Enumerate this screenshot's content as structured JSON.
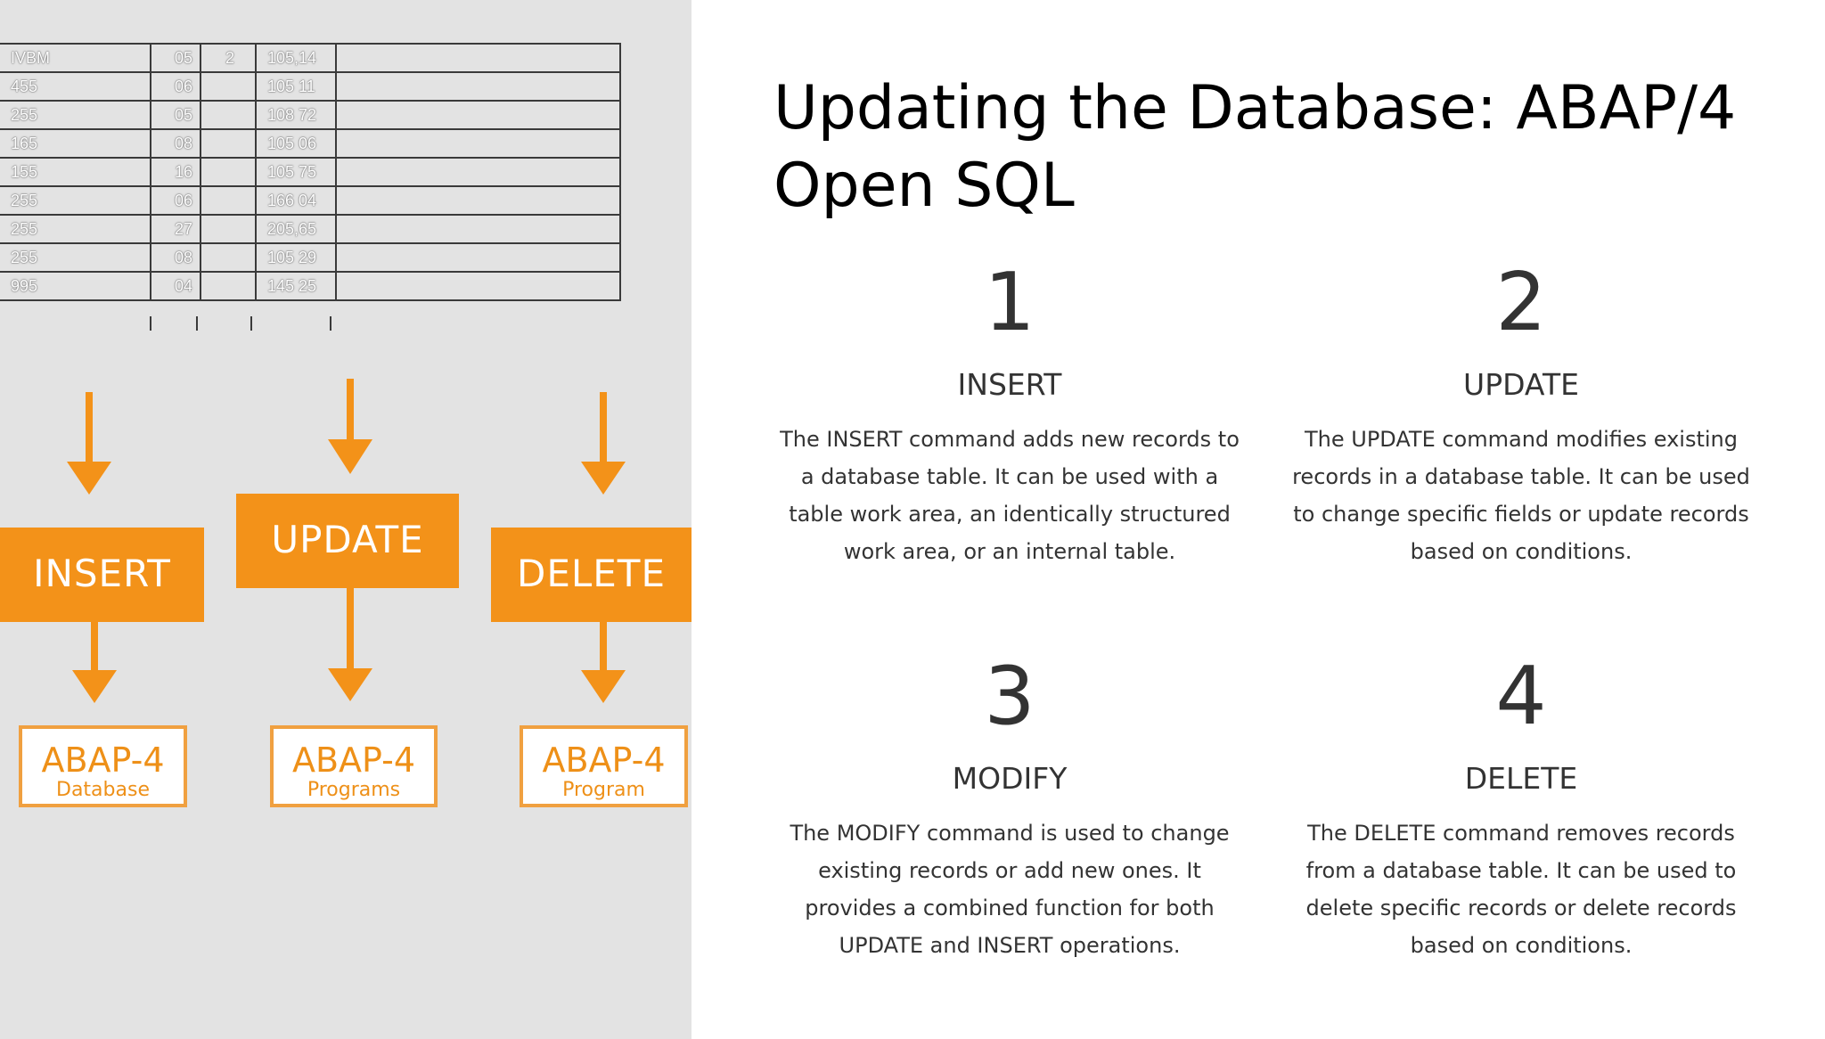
{
  "slide": {
    "title": "Updating the Database: ABAP/4 Open SQL"
  },
  "illustration": {
    "grid_rows": [
      [
        "IVBM",
        "05",
        "2",
        "105,14"
      ],
      [
        "455",
        "06",
        "",
        "105 11"
      ],
      [
        "255",
        "05",
        "",
        "108 72"
      ],
      [
        "165",
        "08",
        "",
        "105 06"
      ],
      [
        "155",
        "16",
        "",
        "105 75"
      ],
      [
        "255",
        "06",
        "",
        "166 04"
      ],
      [
        "255",
        "27",
        "",
        "205,65"
      ],
      [
        "255",
        "08",
        "",
        "105 29"
      ],
      [
        "995",
        "04",
        "",
        "145 25"
      ]
    ],
    "flow": [
      {
        "command": "INSERT",
        "box_title": "ABAP-4",
        "box_sub": "Database"
      },
      {
        "command": "UPDATE",
        "box_title": "ABAP-4",
        "box_sub": "Programs"
      },
      {
        "command": "DELETE",
        "box_title": "ABAP-4",
        "box_sub": "Program"
      }
    ],
    "colors": {
      "accent": "#f39219",
      "background": "#e3e3e3",
      "grid_line": "#3a3a3a"
    }
  },
  "cards": [
    {
      "number": "1",
      "title": "INSERT",
      "description": "The INSERT command adds new records to a database table. It can be used with a table work area, an identically structured work area, or an internal table."
    },
    {
      "number": "2",
      "title": "UPDATE",
      "description": "The UPDATE command modifies existing records in a database table. It can be used to change specific fields or update records based on conditions."
    },
    {
      "number": "3",
      "title": "MODIFY",
      "description": "The MODIFY command is used to change existing records or add new ones. It provides a combined function for both UPDATE and INSERT operations."
    },
    {
      "number": "4",
      "title": "DELETE",
      "description": "The DELETE command removes records from a database table. It can be used to delete specific records or delete records based on conditions."
    }
  ]
}
